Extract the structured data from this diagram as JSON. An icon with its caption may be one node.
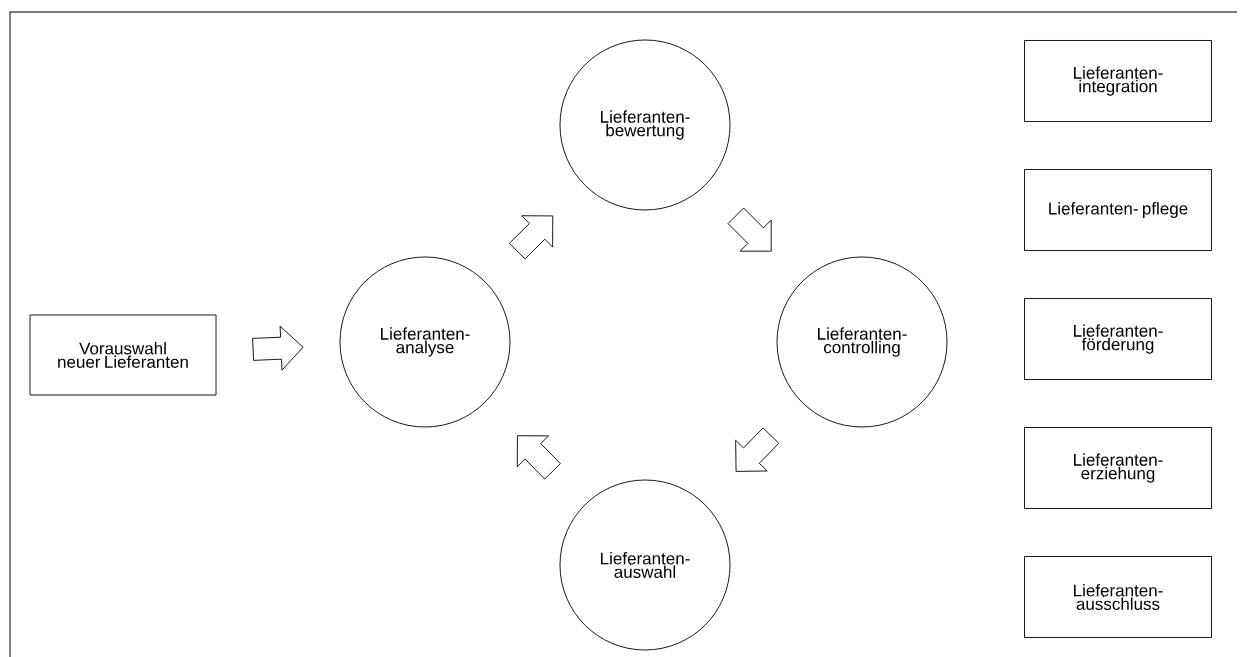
{
  "diagram": {
    "nodes": [
      {
        "text": [
          "Vorauswahl neuer Lieferanten"
        ]
      },
      {
        "text": [
          "Lieferanten- analyse"
        ]
      },
      {
        "text": [
          "Lieferanten- bewertung"
        ]
      },
      {
        "text": [
          "Lieferanten- controlling"
        ]
      },
      {
        "text": [
          "Lieferanten- auswahl"
        ]
      },
      {
        "text": [
          "Lieferanten- integration"
        ]
      },
      {
        "text": [
          "Lieferanten- pflege"
        ]
      },
      {
        "text": [
          "Lieferanten- förderung"
        ]
      },
      {
        "text": [
          "Lieferanten- erziehung"
        ]
      },
      {
        "text": [
          "Lieferanten- ausschluss"
        ]
      }
    ],
    "edges": [
      {
        "from": 0,
        "to": 1,
        "arrow": "to"
      },
      {
        "from": 1,
        "to": 2,
        "arrow": "to"
      },
      {
        "from": 2,
        "to": 3,
        "arrow": "to"
      },
      {
        "from": 3,
        "to": 4,
        "arrow": "to"
      },
      {
        "from": 4,
        "to": 1,
        "arrow": "to"
      }
    ]
  }
}
